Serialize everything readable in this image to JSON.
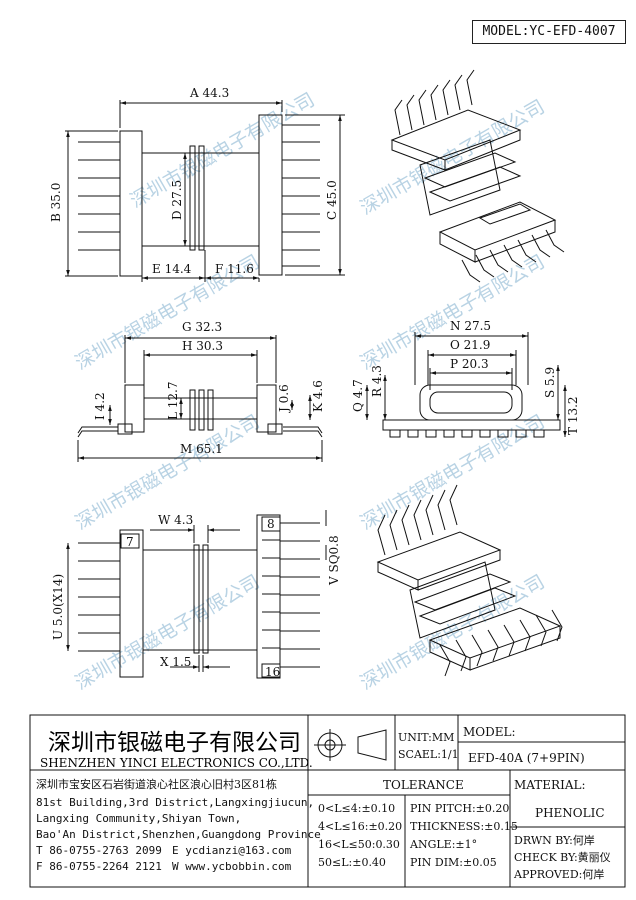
{
  "model": "MODEL:YC-EFD-4007",
  "watermark": "深圳市银磁电子有限公司",
  "dims": {
    "A": "A 44.3",
    "B": "B 35.0",
    "C": "C 45.0",
    "D": "D 27.5",
    "E": "E 14.4",
    "F": "F 11.6",
    "G": "G 32.3",
    "H": "H 30.3",
    "I": "I 4.2",
    "J": "J 0.6",
    "K": "K 4.6",
    "L": "L 12.7",
    "M": "M 65.1",
    "N": "N 27.5",
    "O": "O 21.9",
    "P": "P 20.3",
    "Q": "Q 4.7",
    "R": "R 4.3",
    "S": "S 5.9",
    "T": "T 13.2",
    "U": "U 5.0(X14)",
    "V": "V SQ0.8",
    "W": "W 4.3",
    "X": "X 1.5"
  },
  "pins": {
    "p7": "7",
    "p8": "8",
    "p16": "16"
  },
  "company": {
    "cn": "深圳市银磁电子有限公司",
    "en": "SHENZHEN YINCI ELECTRONICS CO.,LTD.",
    "addr_cn": "深圳市宝安区石岩街道浪心社区浪心旧村3区81栋",
    "addr1": "81st Building,3rd District,Langxingjiucun,",
    "addr2": "Langxing Community,Shiyan Town,",
    "addr3": "Bao'An District,Shenzhen,Guangdong Province",
    "tel": "T 86-0755-2763 2099",
    "email": "E ycdianzi@163.com",
    "fax": "F 86-0755-2264 2121",
    "web": "W www.ycbobbin.com"
  },
  "unit": "UNIT:MM",
  "scale": "SCAEL:1/1",
  "material_label": "MATERIAL:",
  "material": "PHENOLIC",
  "model_label": "MODEL:",
  "model_value": "EFD-40A (7+9PIN)",
  "tolerance": {
    "title": "TOLERANCE",
    "rows": [
      "0<L≤4:±0.10",
      "4<L≤16:±0.20",
      "16<L≤50:0.30",
      "50≤L:±0.40"
    ],
    "right": [
      "PIN PITCH:±0.20",
      "THICKNESS:±0.15",
      "ANGLE:±1°",
      "PIN DIM:±0.05"
    ]
  },
  "signoff": {
    "drawn": "DRWN BY:何岸",
    "check": "CHECK BY:黄丽仪",
    "approved": "APPROVED:何岸"
  }
}
